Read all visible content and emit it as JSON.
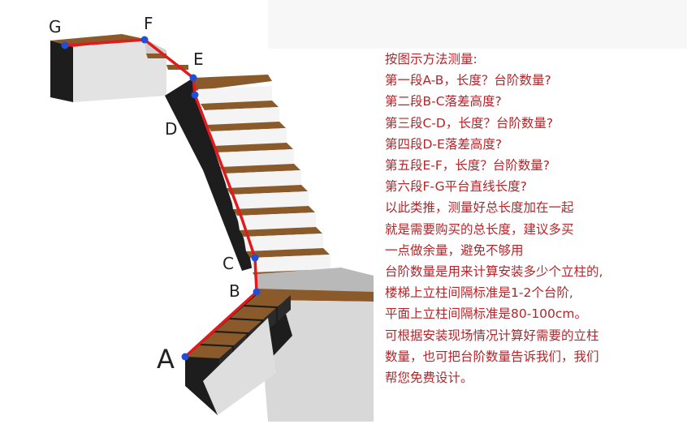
{
  "points": [
    {
      "id": "G",
      "label": "G"
    },
    {
      "id": "F",
      "label": "F"
    },
    {
      "id": "E",
      "label": "E"
    },
    {
      "id": "D",
      "label": "D"
    },
    {
      "id": "C",
      "label": "C"
    },
    {
      "id": "B",
      "label": "B"
    },
    {
      "id": "A",
      "label": "A"
    }
  ],
  "colors": {
    "measure_line": "#e01b1b",
    "point": "#1f4fd6",
    "text": "#b5252a",
    "tread": "#8b5a2b",
    "riser": "#f4f4f4",
    "stringer": "#1d1d1d",
    "wall": "#d9d9d9"
  },
  "instructions": [
    "按图示方法测量:",
    "第一段A-B，长度？台阶数量?",
    "第二段B-C落差高度?",
    "第三段C-D，长度？台阶数量?",
    "第四段D-E落差高度?",
    "第五段E-F，长度？台阶数量?",
    "第六段F-G平台直线长度?",
    "以此类推，测量好总长度加在一起",
    "就是需要购买的总长度，建议多买",
    "一点做余量，避免不够用",
    "台阶数量是用来计算安装多少个立柱的,",
    "楼梯上立柱间隔标准是1-2个台阶,",
    "平面上立柱间隔标准是80-100cm。",
    "可根据安装现场情况计算好需要的立柱",
    "数量，也可把台阶数量告诉我们，我们",
    "帮您免费设计。"
  ]
}
